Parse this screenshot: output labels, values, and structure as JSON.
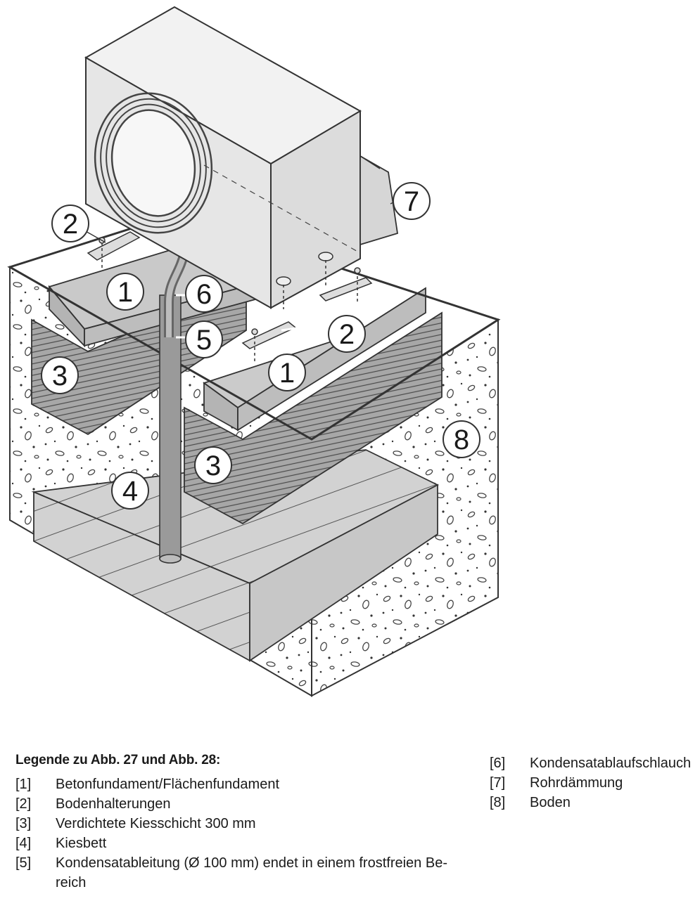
{
  "diagram": {
    "callouts": [
      "1",
      "2",
      "3",
      "4",
      "5",
      "6",
      "7",
      "8"
    ]
  },
  "legend": {
    "title": "Legende zu Abb. 27 und Abb. 28:",
    "items": [
      {
        "num": "[1]",
        "text": "Betonfundament/Flächenfundament"
      },
      {
        "num": "[2]",
        "text": "Bodenhalterungen"
      },
      {
        "num": "[3]",
        "text": "Verdichtete Kiesschicht 300 mm"
      },
      {
        "num": "[4]",
        "text": "Kiesbett"
      },
      {
        "num": "[5]",
        "text": "Kondensatableitung (Ø 100 mm) endet in einem frostfreien Be-",
        "text2": "reich"
      },
      {
        "num": "[6]",
        "text": "Kondensatablaufschlauch"
      },
      {
        "num": "[7]",
        "text": "Rohrdämmung"
      },
      {
        "num": "[8]",
        "text": "Boden"
      }
    ]
  }
}
